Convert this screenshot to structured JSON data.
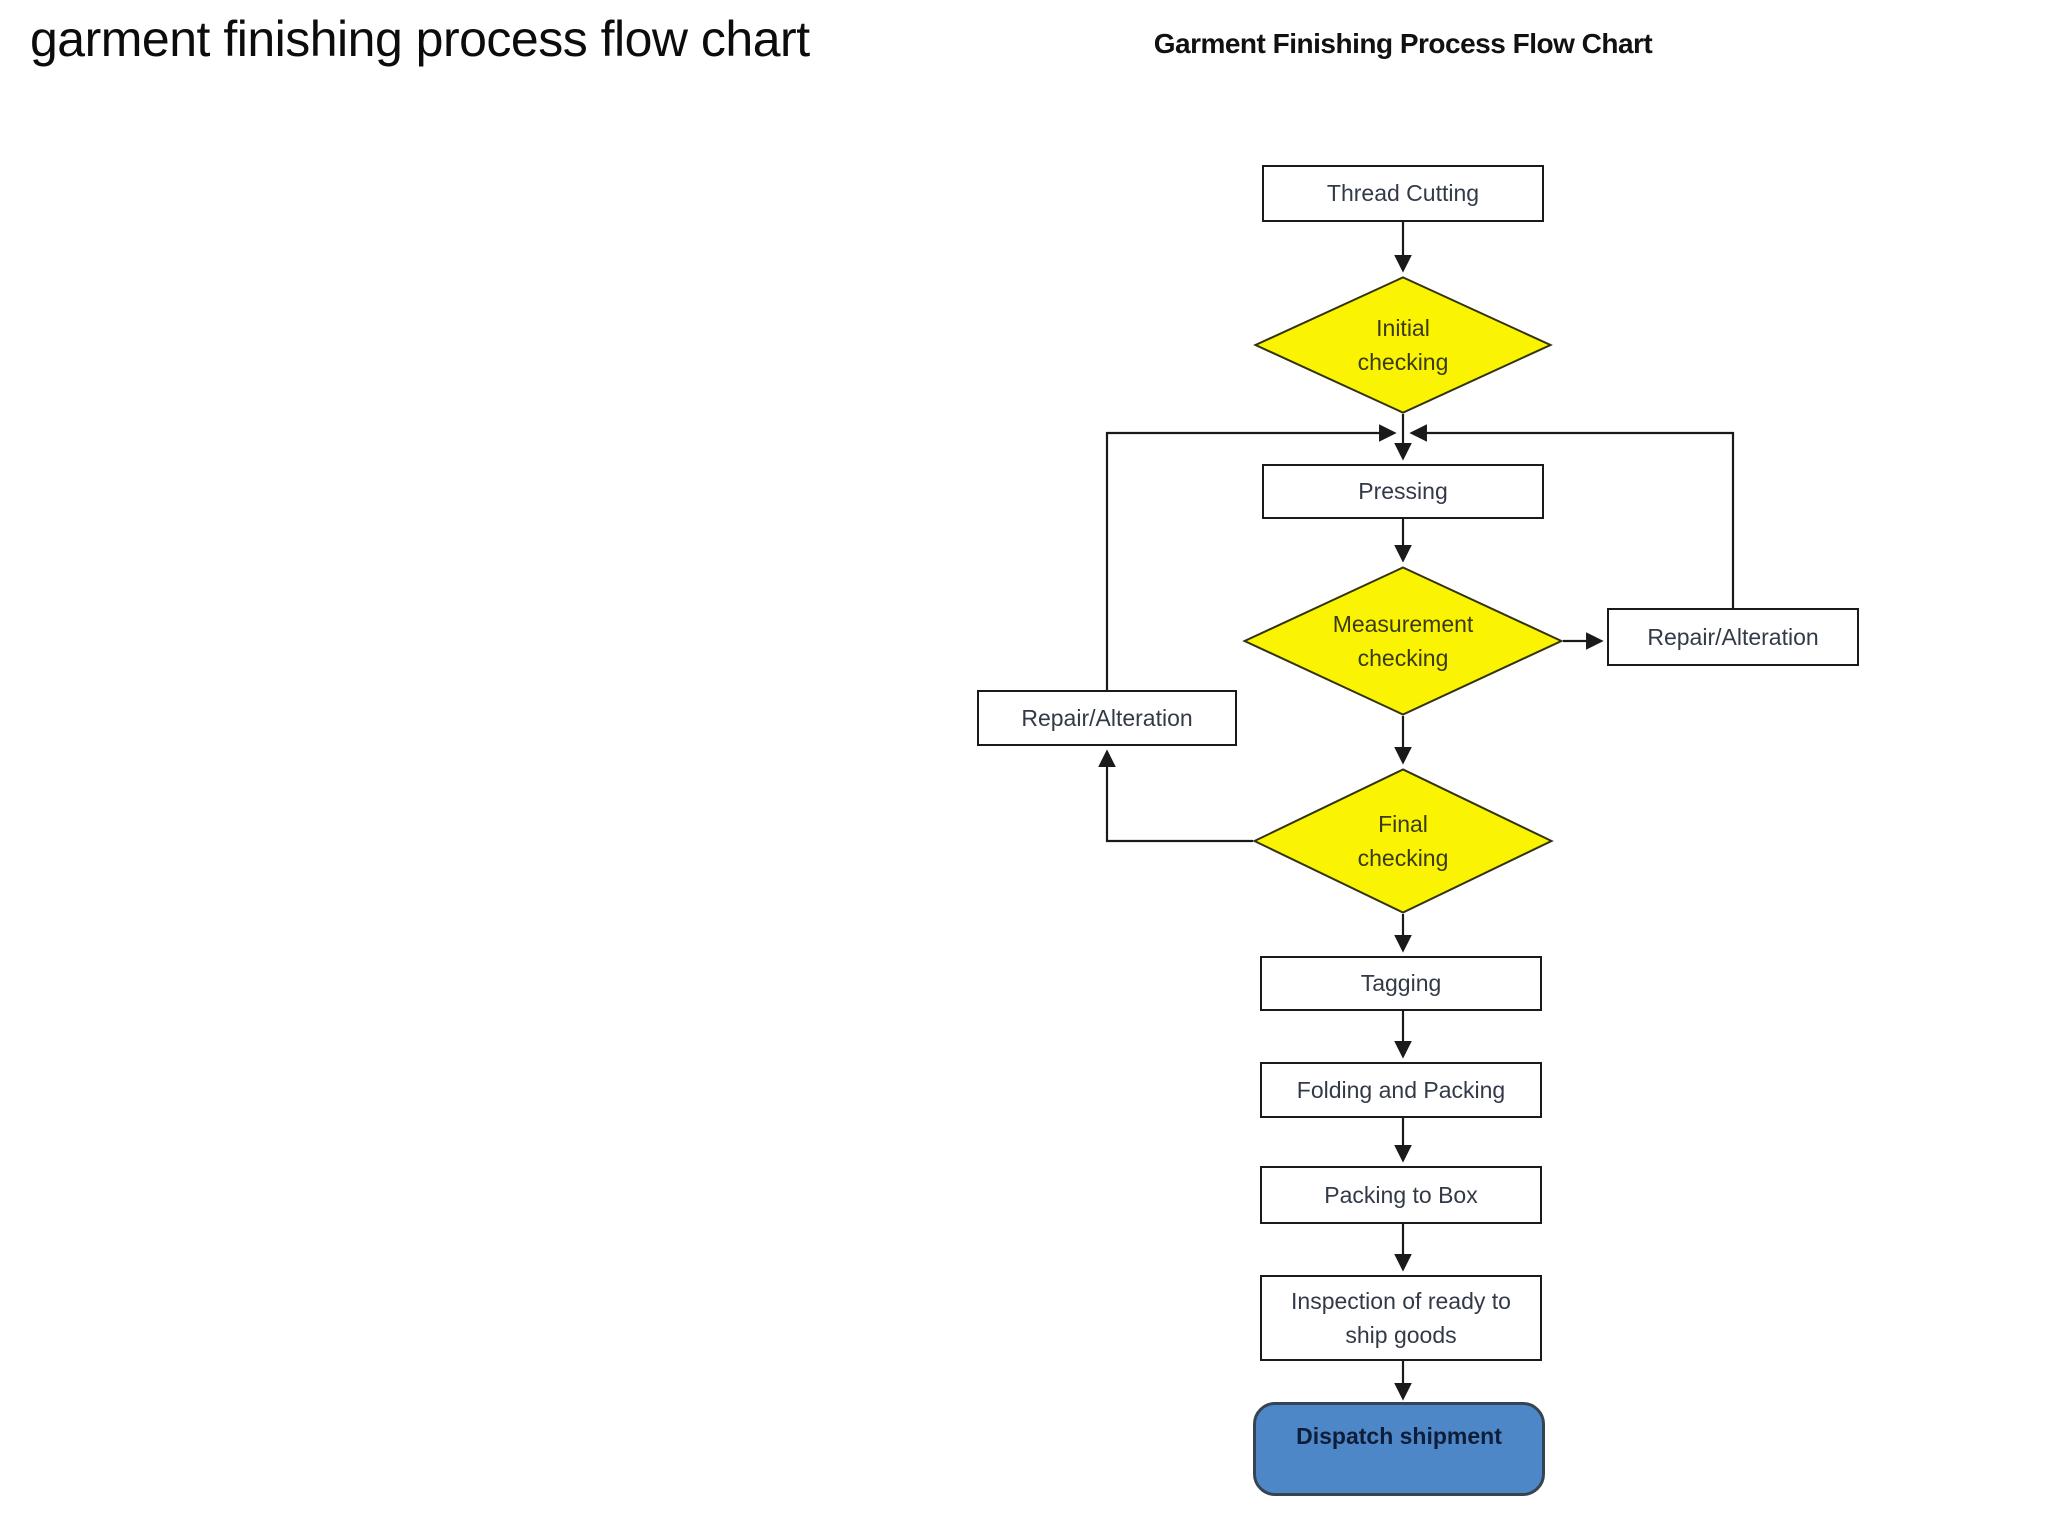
{
  "page_title": "garment finishing process flow chart",
  "chart": {
    "title": "Garment Finishing Process Flow Chart",
    "type": "flowchart",
    "colors": {
      "process_fill": "#FFFFFF",
      "process_border": "#1A1A1A",
      "decision_fill": "#FAF402",
      "decision_border": "#33330F",
      "terminator_fill": "#4E87C7",
      "terminator_border": "#364452",
      "connector": "#1A1A1A"
    },
    "nodes": [
      {
        "id": "thread-cutting",
        "type": "process",
        "label": "Thread Cutting"
      },
      {
        "id": "initial-checking",
        "type": "decision",
        "lines": [
          "Initial",
          "checking"
        ]
      },
      {
        "id": "pressing",
        "type": "process",
        "label": "Pressing"
      },
      {
        "id": "measurement-checking",
        "type": "decision",
        "lines": [
          "Measurement",
          "checking"
        ]
      },
      {
        "id": "repair-alteration-right",
        "type": "process",
        "label": "Repair/Alteration"
      },
      {
        "id": "repair-alteration-left",
        "type": "process",
        "label": "Repair/Alteration"
      },
      {
        "id": "final-checking",
        "type": "decision",
        "lines": [
          "Final",
          "checking"
        ]
      },
      {
        "id": "tagging",
        "type": "process",
        "label": "Tagging"
      },
      {
        "id": "folding-and-packing",
        "type": "process",
        "label": "Folding and Packing"
      },
      {
        "id": "packing-to-box",
        "type": "process",
        "label": "Packing to Box"
      },
      {
        "id": "inspection-ready-to-ship",
        "type": "process",
        "lines": [
          "Inspection of ready to",
          "ship goods"
        ]
      },
      {
        "id": "dispatch-shipment",
        "type": "terminator",
        "label": "Dispatch shipment"
      }
    ],
    "edges": [
      {
        "from": "thread-cutting",
        "to": "initial-checking"
      },
      {
        "from": "initial-checking",
        "to": "pressing"
      },
      {
        "from": "pressing",
        "to": "measurement-checking"
      },
      {
        "from": "measurement-checking",
        "to": "repair-alteration-right"
      },
      {
        "from": "repair-alteration-right",
        "to": "pressing"
      },
      {
        "from": "measurement-checking",
        "to": "final-checking"
      },
      {
        "from": "final-checking",
        "to": "repair-alteration-left"
      },
      {
        "from": "repair-alteration-left",
        "to": "pressing"
      },
      {
        "from": "final-checking",
        "to": "tagging"
      },
      {
        "from": "tagging",
        "to": "folding-and-packing"
      },
      {
        "from": "folding-and-packing",
        "to": "packing-to-box"
      },
      {
        "from": "packing-to-box",
        "to": "inspection-ready-to-ship"
      },
      {
        "from": "inspection-ready-to-ship",
        "to": "dispatch-shipment"
      }
    ]
  }
}
